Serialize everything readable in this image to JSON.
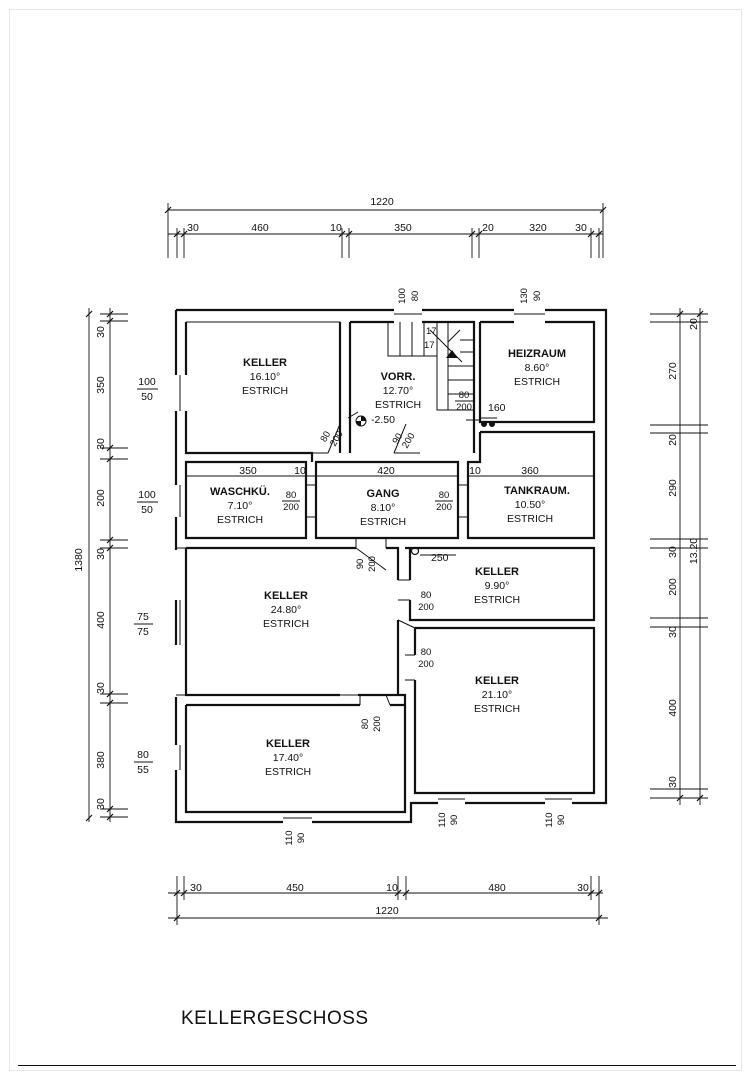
{
  "plan_title": "KELLERGESCHOSS",
  "rooms": [
    {
      "name": "KELLER",
      "area": "16.10°",
      "floor": "ESTRICH"
    },
    {
      "name": "VORR.",
      "area": "12.70°",
      "floor": "ESTRICH"
    },
    {
      "name": "HEIZRAUM",
      "area": "8.60°",
      "floor": "ESTRICH"
    },
    {
      "name": "WASCHKÜ.",
      "area": "7.10°",
      "floor": "ESTRICH"
    },
    {
      "name": "GANG",
      "area": "8.10°",
      "floor": "ESTRICH"
    },
    {
      "name": "TANKRAUM.",
      "area": "10.50°",
      "floor": "ESTRICH"
    },
    {
      "name": "KELLER",
      "area": "24.80°",
      "floor": "ESTRICH"
    },
    {
      "name": "KELLER",
      "area": "9.90°",
      "floor": "ESTRICH"
    },
    {
      "name": "KELLER",
      "area": "21.10°",
      "floor": "ESTRICH"
    },
    {
      "name": "KELLER",
      "area": "17.40°",
      "floor": "ESTRICH"
    }
  ],
  "dims": {
    "top_total": "1220",
    "top": [
      "30",
      "460",
      "10",
      "350",
      "20",
      "320",
      "30"
    ],
    "bottom_total": "1220",
    "bottom": [
      "30",
      "450",
      "10",
      "480",
      "30"
    ],
    "left_total": "1380",
    "left": [
      "30",
      "350",
      "30",
      "200",
      "30",
      "400",
      "30",
      "380",
      "30"
    ],
    "right_total": "13.20",
    "right": [
      "20",
      "270",
      "20",
      "290",
      "30",
      "200",
      "30",
      "400",
      "30"
    ]
  },
  "openings": {
    "w_keller1": [
      "100",
      "50"
    ],
    "w_wasch": [
      "100",
      "50"
    ],
    "w_keller3": [
      "75",
      "75"
    ],
    "w_keller6": [
      "80",
      "55"
    ],
    "w_top_vorr": [
      "100",
      "80"
    ],
    "w_top_heiz": [
      "130",
      "90"
    ],
    "w_bot_1": [
      "110",
      "90"
    ],
    "w_bot_2": [
      "110",
      "90"
    ],
    "w_bot_3": [
      "110",
      "90"
    ],
    "d_keller1": [
      "80",
      "200"
    ],
    "d_vorr": [
      "90",
      "200"
    ],
    "d_wasch": [
      "80",
      "200"
    ],
    "d_gang": [
      "80",
      "200"
    ],
    "d_keller3": [
      "90",
      "200"
    ],
    "d_keller4": [
      "80",
      "200"
    ],
    "d_keller5": [
      "80",
      "200"
    ],
    "d_keller6": [
      "80",
      "200"
    ],
    "d_heiz": [
      "80",
      "200"
    ],
    "stair_a": "17",
    "stair_b": "17"
  },
  "marks": {
    "level": "-2.50",
    "heiz_note": "160",
    "keller4_note": "250",
    "wasch_wall": "350",
    "wasch_10": "10",
    "gang_width": "420",
    "tank_10": "10",
    "tank_width": "360"
  }
}
